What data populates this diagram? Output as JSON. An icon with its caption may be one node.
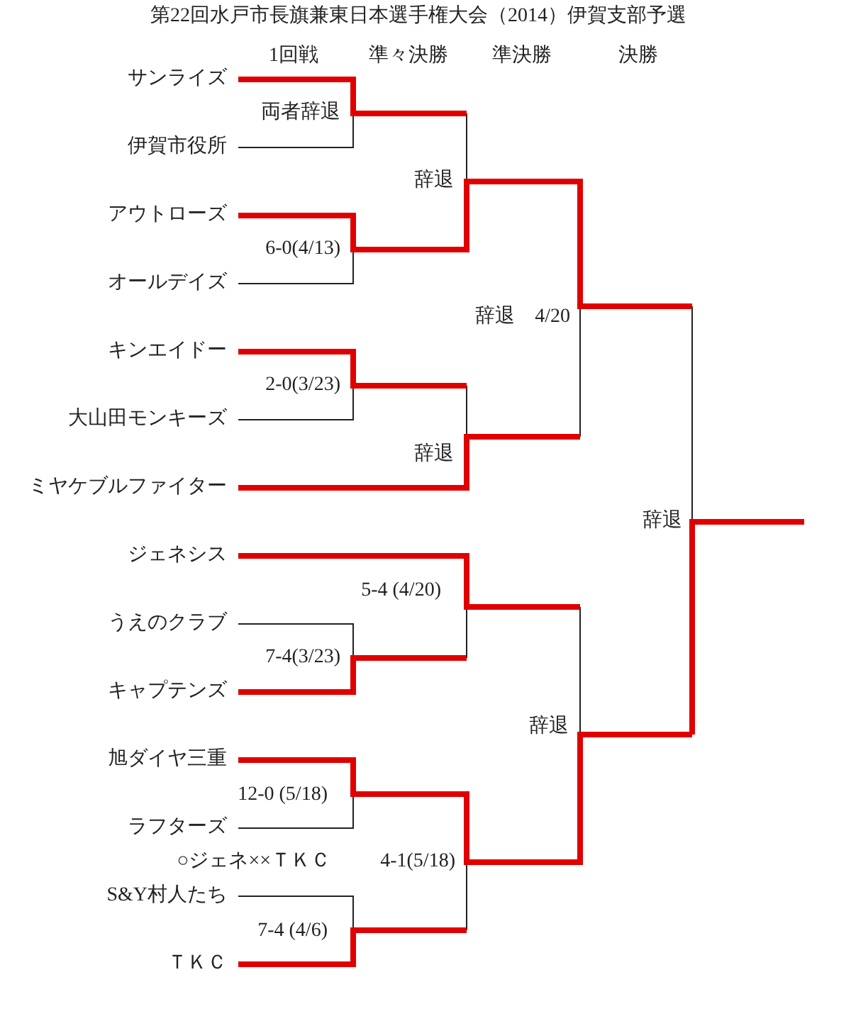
{
  "diagram": {
    "title": "第22回水戸市長旗兼東日本選手権大会（2014）伊賀支部予選",
    "nodes": [
      {
        "text": [
          "サンライズ"
        ]
      },
      {
        "text": [
          "伊賀市役所"
        ]
      },
      {
        "text": [
          "アウトローズ"
        ]
      },
      {
        "text": [
          "オールデイズ"
        ]
      },
      {
        "text": [
          "キンエイドー"
        ]
      },
      {
        "text": [
          "大山田モンキーズ"
        ]
      },
      {
        "text": [
          "ミヤケブルファイター"
        ]
      },
      {
        "text": [
          "ジェネシス"
        ]
      },
      {
        "text": [
          "うえのクラブ"
        ]
      },
      {
        "text": [
          "キャプテンズ"
        ]
      },
      {
        "text": [
          "旭ダイヤ三重"
        ]
      },
      {
        "text": [
          "ラフターズ"
        ]
      },
      {
        "text": [
          "S&Y村人たち"
        ]
      },
      {
        "text": [
          "ＴＫＣ"
        ]
      }
    ],
    "labels": [
      "1回戦",
      "準々決勝",
      "準決勝",
      "決勝",
      "両者辞退",
      "辞退",
      "6-0(4/13)",
      "辞退　4/20",
      "2-0(3/23)",
      "辞退",
      "辞退",
      "5-4 (4/20)",
      "7-4(3/23)",
      "辞退",
      "12-0 (5/18)",
      "○ジェネ××ＴＫＣ",
      "4-1(5/18)",
      "7-4 (4/6)"
    ]
  }
}
